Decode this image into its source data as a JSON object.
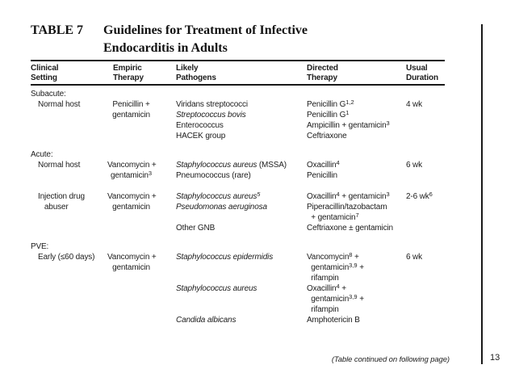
{
  "page": {
    "background": "#ffffff",
    "text_color": "#1c1c1c",
    "title_label": "TABLE 7",
    "title_lines": [
      "Guidelines for Treatment of Infective",
      "Endocarditis in Adults"
    ],
    "footer_note": "(Table continued on following page)",
    "page_number": "13"
  },
  "table": {
    "columns": [
      {
        "key": "clinical-setting",
        "lines": [
          "Clinical",
          "Setting"
        ]
      },
      {
        "key": "empiric-therapy",
        "lines": [
          "Empiric",
          "Therapy"
        ]
      },
      {
        "key": "likely-pathogens",
        "lines": [
          "Likely",
          "Pathogens"
        ]
      },
      {
        "key": "directed-therapy",
        "lines": [
          "Directed",
          "Therapy"
        ]
      },
      {
        "key": "usual-duration",
        "lines": [
          "Usual",
          "Duration"
        ]
      }
    ],
    "sections": [
      {
        "label": "Subacute:",
        "rows": [
          {
            "setting": [
              "Normal host"
            ],
            "empiric": [
              "Penicillin +",
              "gentamicin"
            ],
            "pathogens": [
              "Viridans streptococci",
              [
                {
                  "t": "Streptococcus bovis",
                  "i": true
                }
              ],
              "Enterococcus",
              "HACEK group"
            ],
            "directed": [
              "Penicillin G^{1,2}",
              "Penicillin G^{1}",
              "Ampicillin + gentamicin^{3}",
              "Ceftriaxone"
            ],
            "duration": [
              "4 wk"
            ]
          }
        ]
      },
      {
        "label": "Acute:",
        "rows": [
          {
            "setting": [
              "Normal host"
            ],
            "empiric": [
              "Vancomycin +",
              "gentamicin^{3}"
            ],
            "pathogens": [
              [
                {
                  "t": "Staphylococcus aureus",
                  "i": true
                },
                {
                  "t": " (MSSA)"
                }
              ],
              "Pneumococcus (rare)"
            ],
            "directed": [
              "Oxacillin^{4}",
              "Penicillin"
            ],
            "duration": [
              "6 wk"
            ]
          },
          {
            "setting": [
              "Injection drug",
              "   abuser"
            ],
            "empiric": [
              "Vancomycin +",
              "gentamicin"
            ],
            "pathogens": [
              [
                {
                  "t": "Staphylococcus aureus^{5}",
                  "i": true
                }
              ],
              [
                {
                  "t": "Pseudomonas aeruginosa",
                  "i": true
                }
              ],
              "",
              "Other GNB"
            ],
            "directed": [
              "Oxacillin^{4} + gentamicin^{3}",
              "Piperacillin/tazobactam",
              "  + gentamicin^{7}",
              "Ceftriaxone ± gentamicin"
            ],
            "duration": [
              "2-6 wk^{6}"
            ]
          }
        ]
      },
      {
        "label": "PVE:",
        "rows": [
          {
            "setting": [
              "Early (≤60 days)"
            ],
            "empiric": [
              "Vancomycin +",
              "gentamicin"
            ],
            "pathogens": [
              [
                {
                  "t": "Staphylococcus epidermidis",
                  "i": true
                }
              ],
              "",
              "",
              [
                {
                  "t": "Staphylococcus aureus",
                  "i": true
                }
              ],
              "",
              "",
              [
                {
                  "t": "Candida albicans",
                  "i": true
                }
              ]
            ],
            "directed": [
              "Vancomycin^{8} +",
              "  gentamicin^{3,9} +",
              "  rifampin",
              "Oxacillin^{4} +",
              "  gentamicin^{3,9} +",
              "  rifampin",
              "Amphotericin B"
            ],
            "duration": [
              "6 wk"
            ]
          }
        ]
      }
    ]
  }
}
